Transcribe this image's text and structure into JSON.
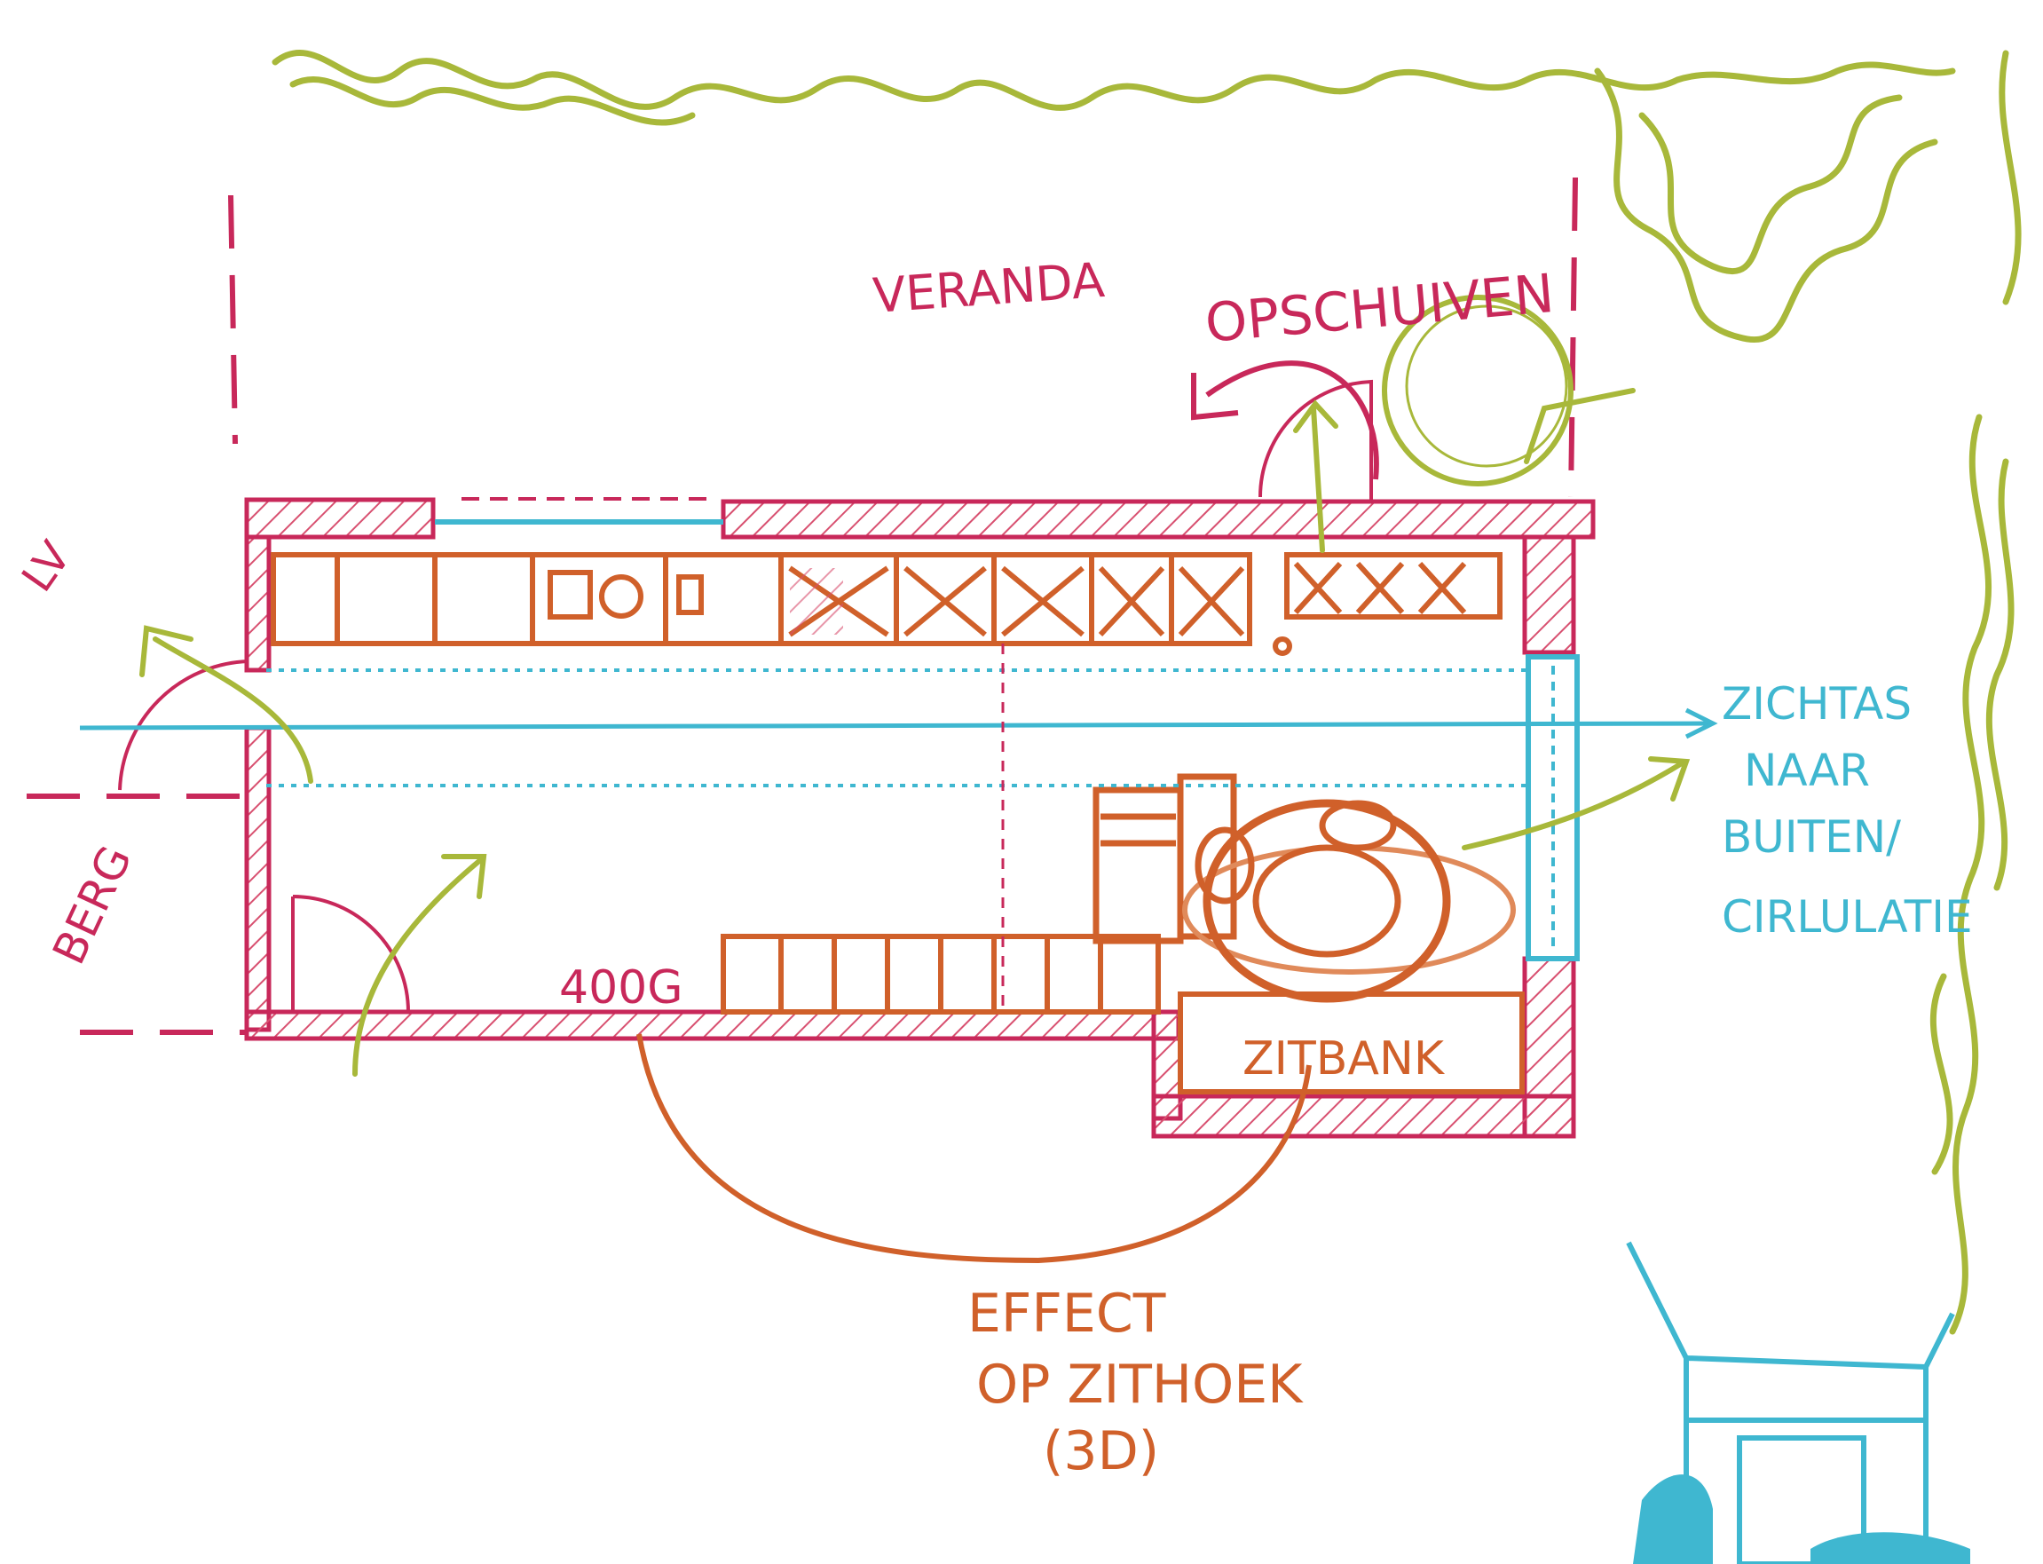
{
  "labels": {
    "veranda": "VERANDA",
    "opschuiven": "OPSCHUIVEN",
    "lv": "LV",
    "berg": "BERG",
    "width": "400G",
    "zitbank": "ZITBANK",
    "zichtas": [
      "ZICHTAS",
      "NAAR",
      "BUITEN/",
      "CIRLULATIE"
    ],
    "effect": [
      "EFFECT",
      "OP ZITHOEK",
      "(3D)"
    ]
  },
  "colors": {
    "walls": "#c8285a",
    "furniture": "#d0602a",
    "sightline": "#3fb7d0",
    "greenery": "#a8b83a",
    "hatch": "#d85070"
  }
}
